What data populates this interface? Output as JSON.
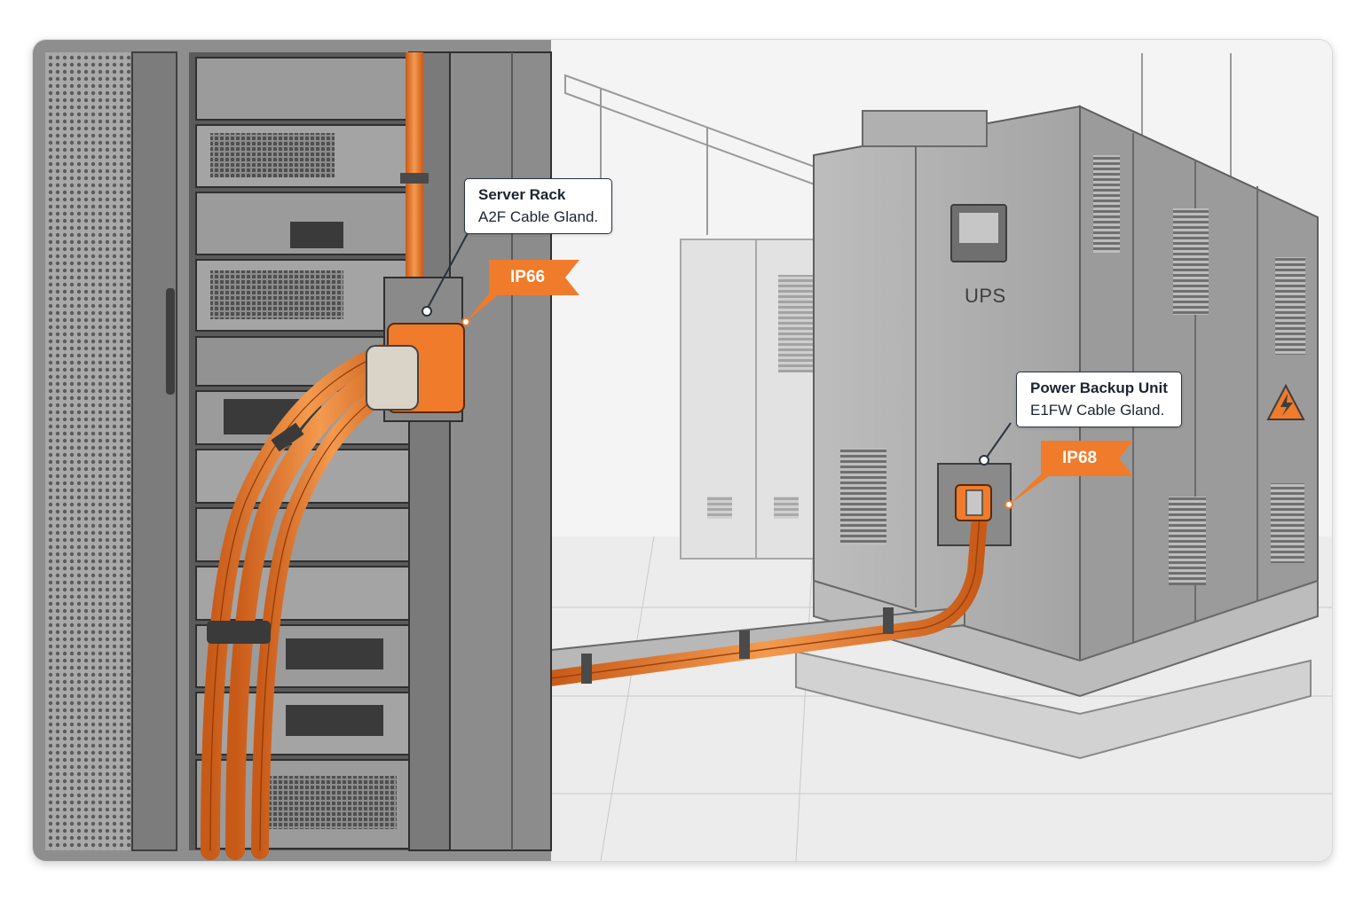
{
  "callouts": [
    {
      "title": "Server Rack",
      "subtitle": "A2F Cable Gland."
    },
    {
      "title": "Power Backup Unit",
      "subtitle": "E1FW Cable Gland."
    }
  ],
  "ratings": [
    "IP66",
    "IP68"
  ],
  "ups_label": "UPS",
  "colors": {
    "accent": "#f07b2b",
    "callout_border": "#2a3340",
    "sketch": "#8a8a8a"
  },
  "icons": [
    "high-voltage-warning-icon"
  ]
}
